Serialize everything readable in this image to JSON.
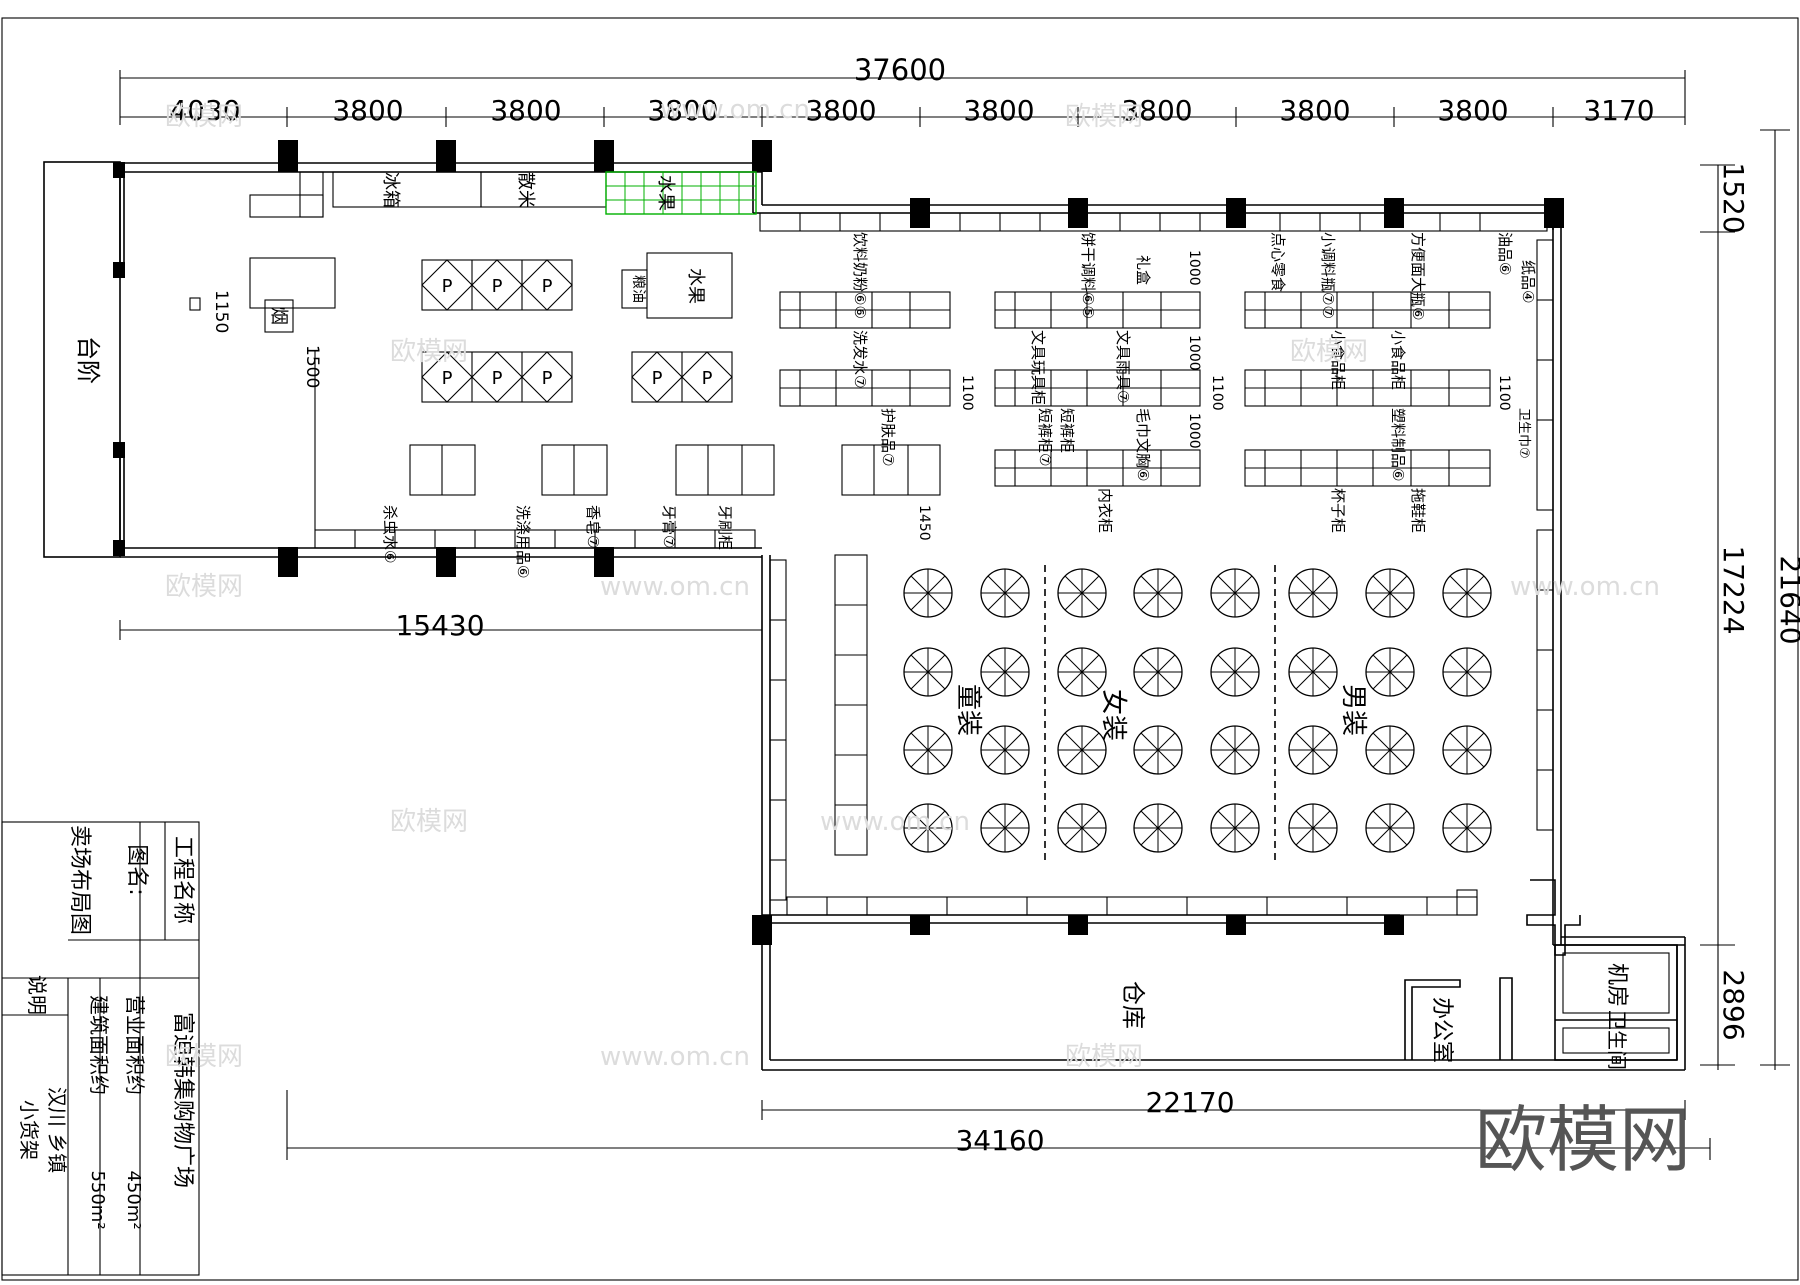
{
  "dimensions": {
    "top_total": "37600",
    "top_segments": [
      "4030",
      "3800",
      "3800",
      "3800",
      "3800",
      "3800",
      "3800",
      "3800",
      "3800",
      "3170"
    ],
    "right_top": "1520",
    "right_mid": "17224",
    "right_total": "21640",
    "right_bottom": "2896",
    "left_wing": "15430",
    "bottom_inner": "22170",
    "bottom_total": "34160",
    "d1150": "1150",
    "d1500": "1500",
    "d1450": "1450",
    "d1000a": "1000",
    "d1000b": "1000",
    "d1000c": "1000",
    "d1100a": "1100",
    "d1100b": "1100",
    "d1100c": "1100"
  },
  "rooms": {
    "steps": "台阶",
    "warehouse": "仓库",
    "office": "办公室",
    "machine_room": "机房",
    "toilet": "卫生间",
    "kids": "童装",
    "women": "女装",
    "men": "男装"
  },
  "top_wall_labels": {
    "freezer": "冰箱",
    "loose_rice": "散米",
    "fruit": "水果",
    "tobacco": "烟",
    "fruit2": "水果",
    "grain_oil": "粮油"
  },
  "shelf_labels": {
    "l1": "饮料奶粉⑥⑥",
    "l2": "饼干调料⑥⑤",
    "l3": "礼盒",
    "l4": "点心零食",
    "l5": "小调料瓶⑦⑦",
    "l6": "方便面大瓶⑥",
    "l7": "油品⑥",
    "l8": "纸品④",
    "l9": "洗发水⑦",
    "l10": "护肤品⑦",
    "l11": "文具玩具柜",
    "l12": "文具雨具⑦",
    "l13": "小食品柜",
    "l14": "小食品柜",
    "l15": "卫生巾⑦",
    "l16": "短裤柜⑦",
    "l17": "短裤柜",
    "l18": "毛巾文胸⑥",
    "l19": "塑料制品⑥",
    "l20": "杯子柜",
    "l21": "拖鞋柜",
    "l22": "内衣柜",
    "l23": "杀虫水⑥",
    "l24": "洗涤用品⑥",
    "l25": "香皂⑦",
    "l26": "牙膏⑦",
    "l27": "牙刷柜"
  },
  "title_block": {
    "project_label": "工程名称",
    "project_name": "富迪韩集购物广场",
    "drawing_label": "图名:",
    "drawing_name": "卖场布局图",
    "sales_area_label": "营业面积约",
    "sales_area": "450m²",
    "build_area_label": "建筑面积约",
    "build_area": "550m²",
    "note_label": "说明",
    "note_line1": "汉川 乡镇",
    "note_line2": "小货架"
  },
  "watermarks": {
    "site": "www.om.cn",
    "brand": "欧模网",
    "logo": "欧模网"
  }
}
